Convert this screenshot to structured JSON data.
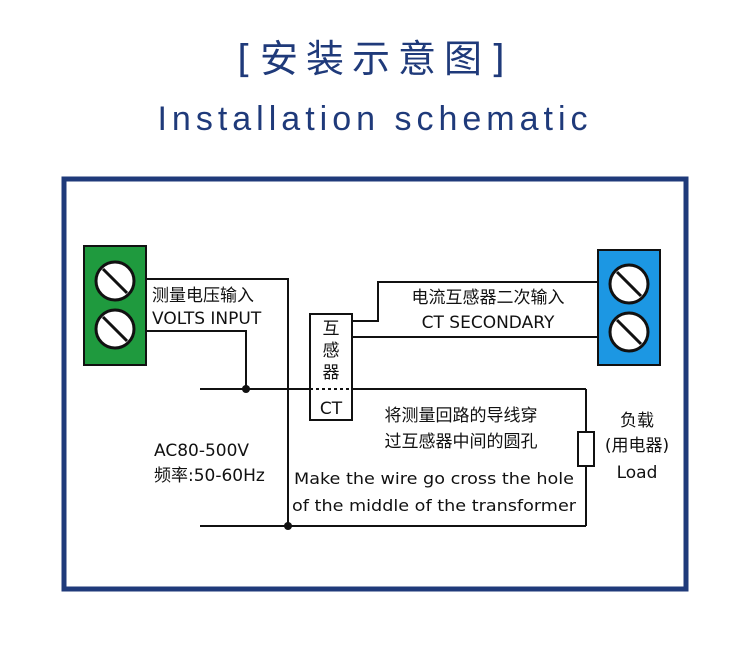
{
  "header": {
    "title_cn": "[安装示意图]",
    "title_en": "Installation schematic"
  },
  "diagram": {
    "voltage_input": {
      "label_cn": "测量电压输入",
      "label_en": "VOLTS INPUT"
    },
    "ct_secondary": {
      "label_cn": "电流互感器二次输入",
      "label_en": "CT SECONDARY"
    },
    "ct_box": {
      "label_cn_1": "互",
      "label_cn_2": "感",
      "label_cn_3": "器",
      "label_en": "CT"
    },
    "wire_note": {
      "cn_1": "将测量回路的导线穿",
      "cn_2": "过互感器中间的圆孔",
      "en_1": "Make the wire go cross the hole",
      "en_2": "of the middle of the transformer"
    },
    "supply": {
      "voltage": "AC80-500V",
      "frequency": "频率:50-60Hz"
    },
    "load": {
      "cn_1": "负载",
      "cn_2": "(用电器)",
      "en": "Load"
    }
  },
  "colors": {
    "frame": "#1f3a7a",
    "voltage_terminal": "#1f9a3e",
    "ct_terminal": "#1c97e3",
    "title": "#1f3a7a"
  }
}
